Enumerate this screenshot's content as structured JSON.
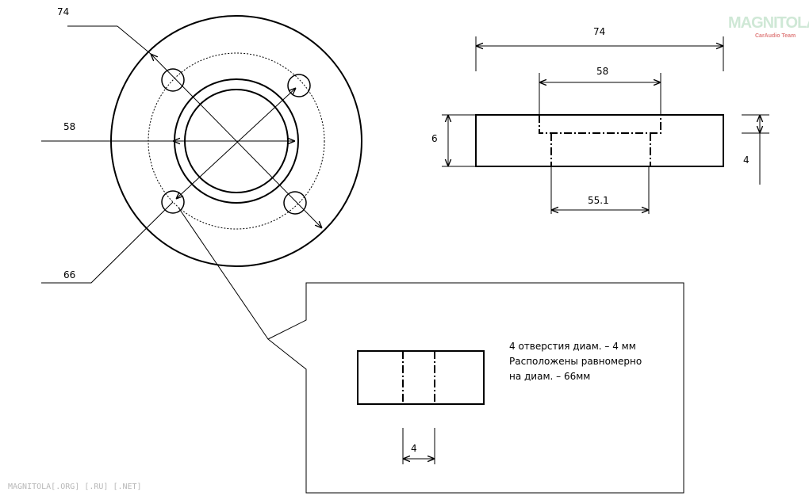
{
  "front_view": {
    "dim_74": "74",
    "dim_58": "58",
    "dim_66": "66"
  },
  "side_view": {
    "dim_74": "74",
    "dim_58": "58",
    "dim_6": "6",
    "dim_4": "4",
    "dim_55_1": "55.1"
  },
  "detail": {
    "dim_4": "4",
    "note_lines": [
      "4 отверстия диам.  – 4 мм",
      "Расположены равномерно",
      "на диам. – 66мм"
    ]
  },
  "watermark": {
    "logo_main": "MAGNITOLA",
    "logo_sub": "CarAudio Team",
    "footer": "MAGNITOLA[.ORG] [.RU] [.NET]"
  },
  "colors": {
    "line": "#000000",
    "watermark": "#b8b8b8",
    "logo_green": "#cfe8d6",
    "logo_red": "#e08080"
  }
}
